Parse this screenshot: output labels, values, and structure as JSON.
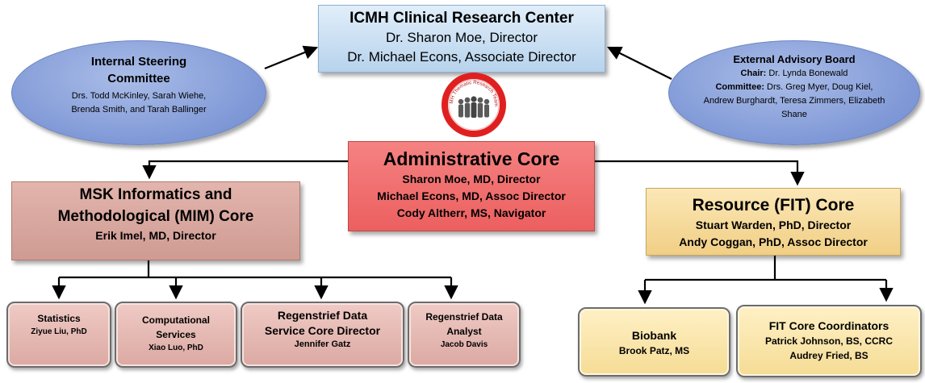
{
  "center": {
    "title": "ICMH Clinical Research Center",
    "line1": "Dr. Sharon Moe, Director",
    "line2": "Dr. Michael Econs, Associate Director"
  },
  "steering": {
    "title1": "Internal Steering",
    "title2": "Committee",
    "line1": "Drs. Todd McKinley, Sarah Wiehe,",
    "line2": "Brenda Smith, and Tarah Ballinger"
  },
  "advisory": {
    "title": "External Advisory Board",
    "chair_label": "Chair:",
    "chair_value": " Dr. Lynda Bonewald",
    "committee_label": "Committee:",
    "committee_value": " Drs. Greg Myer, Doug Kiel, Andrew Burghardt, Teresa Zimmers, Elizabeth Shane"
  },
  "logo": {
    "ring_text": "ICMH Thematic Research Teams"
  },
  "admin": {
    "title": "Administrative Core",
    "line1": "Sharon Moe, MD, Director",
    "line2": "Michael Econs, MD, Assoc Director",
    "line3": "Cody Altherr, MS, Navigator"
  },
  "mim": {
    "title1": "MSK Informatics and",
    "title2": "Methodological (MIM) Core",
    "line1": "Erik Imel, MD, Director"
  },
  "fit": {
    "title": "Resource (FIT) Core",
    "line1": "Stuart Warden, PhD, Director",
    "line2": "Andy Coggan, PhD, Assoc Director"
  },
  "units": {
    "statistics": {
      "title": "Statistics",
      "name": "Ziyue Liu, PhD"
    },
    "computational": {
      "title1": "Computational",
      "title2": "Services",
      "name": "Xiao Luo, PhD"
    },
    "regen_core": {
      "title1": "Regenstrief Data",
      "title2": "Service Core Director",
      "name": "Jennifer Gatz"
    },
    "regen_analyst": {
      "title1": "Regenstrief Data",
      "title2": "Analyst",
      "name": "Jacob Davis"
    },
    "biobank": {
      "title": "Biobank",
      "name": "Brook Patz, MS"
    },
    "fit_coord": {
      "title": "FIT Core Coordinators",
      "name1": "Patrick Johnson, BS, CCRC",
      "name2": "Audrey Fried, BS"
    }
  },
  "colors": {
    "center": "#c9def2",
    "steering": "#8aa2db",
    "admin": "#f07070",
    "mim": "#d8a89f",
    "fit": "#f7dca0",
    "logo_ring": "#e02020"
  }
}
